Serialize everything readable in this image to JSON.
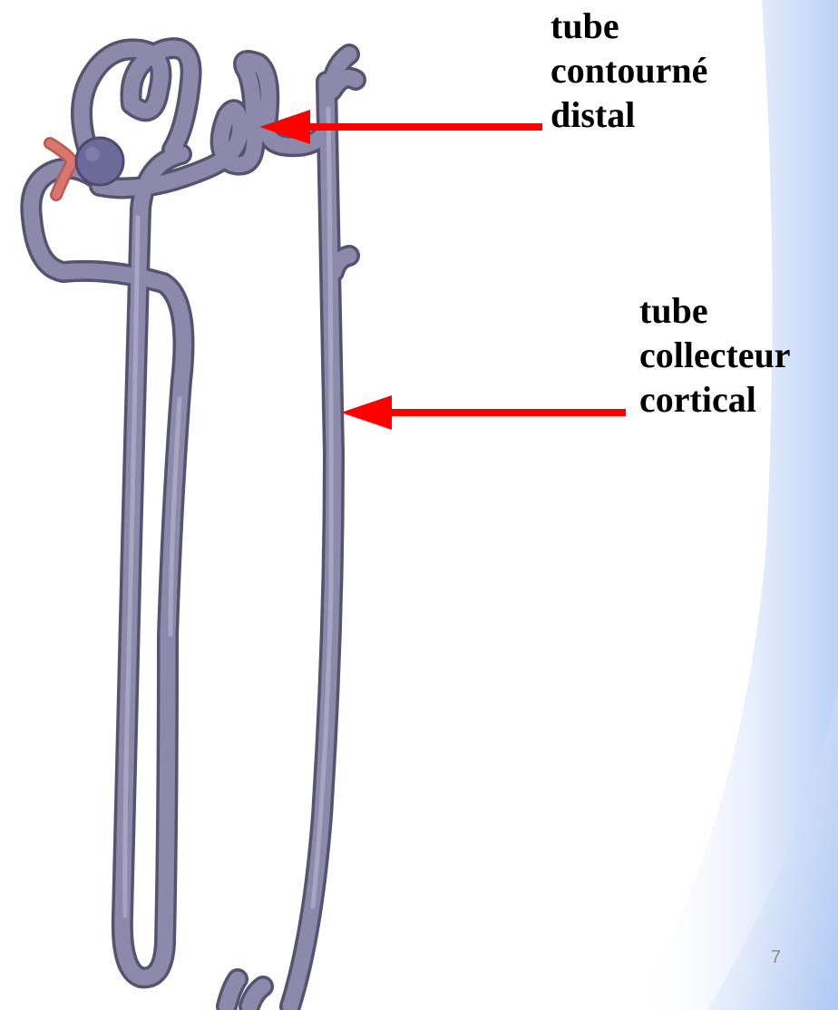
{
  "labels": {
    "distal": {
      "line1": "tube",
      "line2": "contourné",
      "line3": "distal"
    },
    "collecteur": {
      "line1": "tube",
      "line2": "collecteur",
      "line3": "cortical"
    }
  },
  "page_number": "7",
  "colors": {
    "arrow": "#ff0000",
    "tubule": "#8c8aaa",
    "tubule_outline": "#55536f",
    "arteriole": "#d9776e",
    "glomerulus": "#6b6a98",
    "background_accent": "#bcd2f6",
    "label_text": "#000000"
  }
}
